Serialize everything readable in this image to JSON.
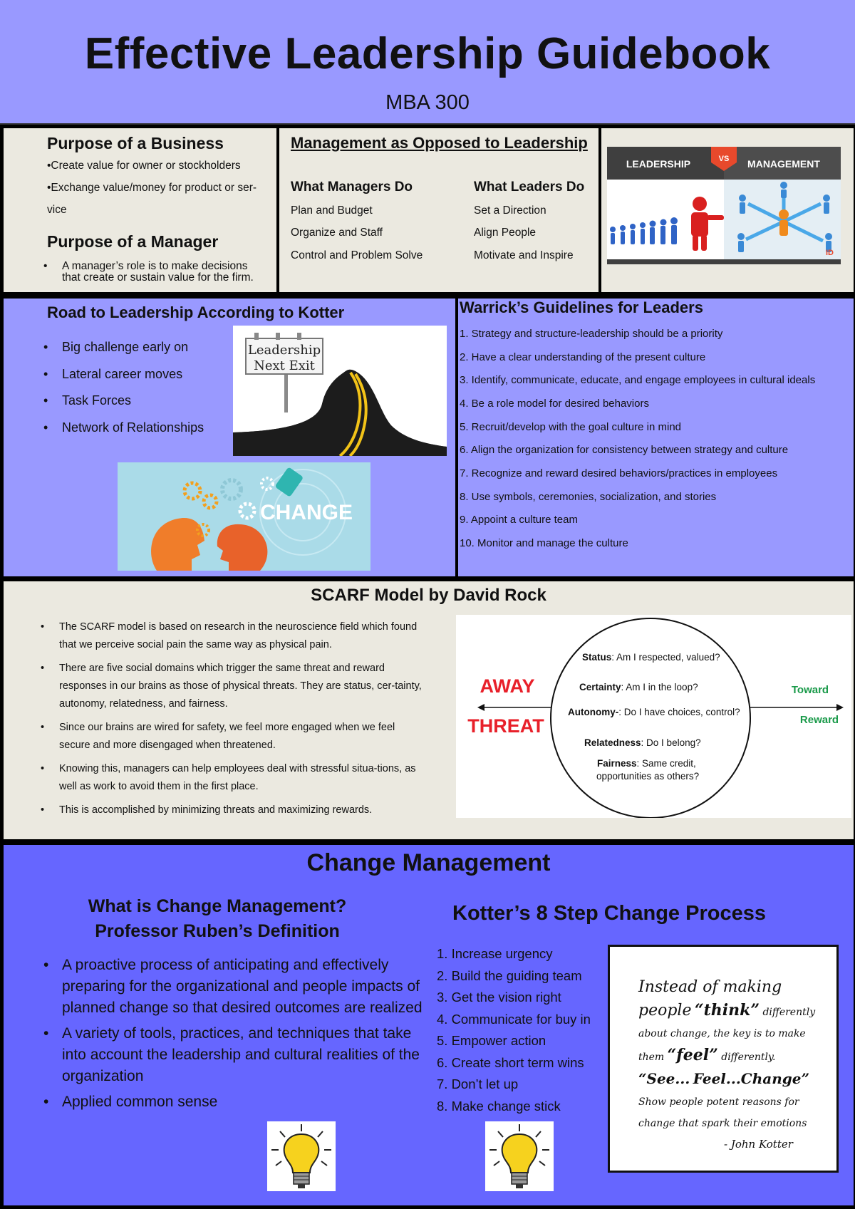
{
  "header": {
    "title": "Effective Leadership Guidebook",
    "subtitle": "MBA 300"
  },
  "purpose": {
    "business_heading": "Purpose of a Business",
    "business_items": [
      "•Create value for owner or stockholders",
      "•Exchange value/money for product or ser-",
      "vice"
    ],
    "manager_heading": "Purpose of a Manager",
    "manager_item": "A manager’s role is to make decisions that create or sustain value for the firm."
  },
  "mgmt_vs_lead": {
    "heading": "Management as Opposed to Leadership",
    "managers_heading": "What Managers Do",
    "managers": [
      "Plan and Budget",
      "Organize and Staff",
      "Control and Problem Solve"
    ],
    "leaders_heading": "What Leaders Do",
    "leaders": [
      "Set a Direction",
      "Align People",
      "Motivate and Inspire"
    ]
  },
  "lvm_image": {
    "left_label": "LEADERSHIP",
    "vs": "VS",
    "right_label": "MANAGEMENT",
    "corner_mark": "ID"
  },
  "kotter_road": {
    "heading": "Road to Leadership According to Kotter",
    "items": [
      "Big challenge early on",
      "Lateral career moves",
      "Task Forces",
      "Network of Relationships"
    ],
    "sign_line1": "Leadership",
    "sign_line2": "Next Exit",
    "change_word": "CHANGE"
  },
  "warrick": {
    "heading": "Warrick’s Guidelines for Leaders",
    "items": [
      "1. Strategy and structure-leadership should be a priority",
      "2. Have a clear understanding of the present culture",
      "3. Identify, communicate, educate, and engage employees in cultural ideals",
      "4. Be a role model for desired behaviors",
      "5. Recruit/develop with the goal culture in mind",
      "6. Align the organization for consistency between strategy and culture",
      "7. Recognize and reward desired behaviors/practices in employees",
      "8. Use symbols, ceremonies, socialization, and stories",
      "9. Appoint a culture team",
      "10. Monitor and manage the culture"
    ]
  },
  "scarf": {
    "heading": "SCARF Model by David Rock",
    "bullets": [
      "The SCARF model is based on research in the neuroscience field which found that we perceive social pain the same way as physical pain.",
      "There are five social domains which trigger the same threat and reward responses in our brains as those of physical threats. They are status, cer-tainty, autonomy, relatedness, and fairness.",
      "Since our brains are wired for safety, we feel more engaged when we feel secure and more disengaged when threatened.",
      "Knowing this, managers can help employees deal with stressful situa-tions, as well as work to avoid them in the first place.",
      "This is accomplished by minimizing threats and maximizing rewards."
    ],
    "diagram": {
      "away": "AWAY",
      "threat": "THREAT",
      "toward": "Toward",
      "reward": "Reward",
      "status_k": "Status",
      "status_v": ": Am I respected, valued?",
      "certainty_k": "Certainty",
      "certainty_v": ": Am I in the loop?",
      "autonomy_k": "Autonomy-",
      "autonomy_v": ": Do I have choices, control?",
      "relatedness_k": "Relatedness",
      "relatedness_v": ": Do I belong?",
      "fairness_k": "Fairness",
      "fairness_v": ": Same credit,",
      "fairness_v2": "opportunities as others?",
      "colors": {
        "away": "#e8202a",
        "toward": "#1a9a4a"
      }
    }
  },
  "change": {
    "heading": "Change Management",
    "def_heading1": "What is Change Management?",
    "def_heading2": "Professor Ruben’s Definition",
    "def_items": [
      "A proactive process of anticipating and effectively preparing for the organizational and people impacts of planned change so that desired outcomes are realized",
      "A variety of tools, practices, and techniques that take into account the leadership and cultural realities of the organization",
      "Applied common sense"
    ],
    "kotter_heading": "Kotter’s 8 Step Change Process",
    "steps": [
      "1. Increase urgency",
      "2. Build the guiding team",
      "3. Get the vision right",
      "4. Communicate for buy in",
      "5. Empower action",
      "6. Create short term wins",
      "7. Don’t let up",
      "8. Make change stick"
    ],
    "quote": {
      "q1": "Instead of making people",
      "think": "“think”",
      "q2": "differently about change, the key is to make",
      "q3": "them",
      "feel": "“feel”",
      "q4": "differently.",
      "see": "“See...",
      "feelchange": "Feel...Change”",
      "q5": "Show people",
      "q6": "potent reasons for change that spark their",
      "q7": "emotions",
      "author": "- John Kotter"
    }
  }
}
